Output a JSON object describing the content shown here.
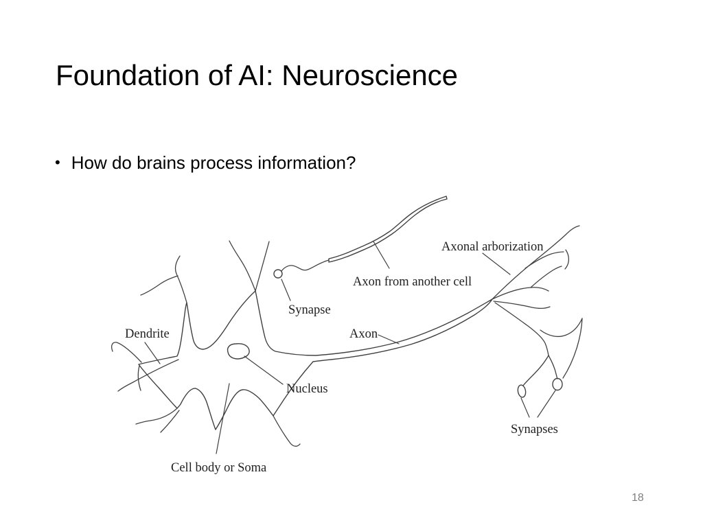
{
  "slide": {
    "title": "Foundation of AI: Neuroscience",
    "bullet_marker": "•",
    "bullet": "How do brains process information?",
    "page_number": "18"
  },
  "diagram": {
    "labels": {
      "dendrite": "Dendrite",
      "synapse": "Synapse",
      "axon_from_another_cell": "Axon from another cell",
      "axonal_arborization": "Axonal arborization",
      "axon": "Axon",
      "nucleus": "Nucleus",
      "cell_body": "Cell body or Soma",
      "synapses": "Synapses"
    },
    "colors": {
      "outline": "#404040",
      "soma_fill": "#cccccc",
      "nucleus_fill": "#9e9e9e",
      "terminal_fill": "#c6c6c6",
      "label_text": "#1f1f1f"
    }
  }
}
